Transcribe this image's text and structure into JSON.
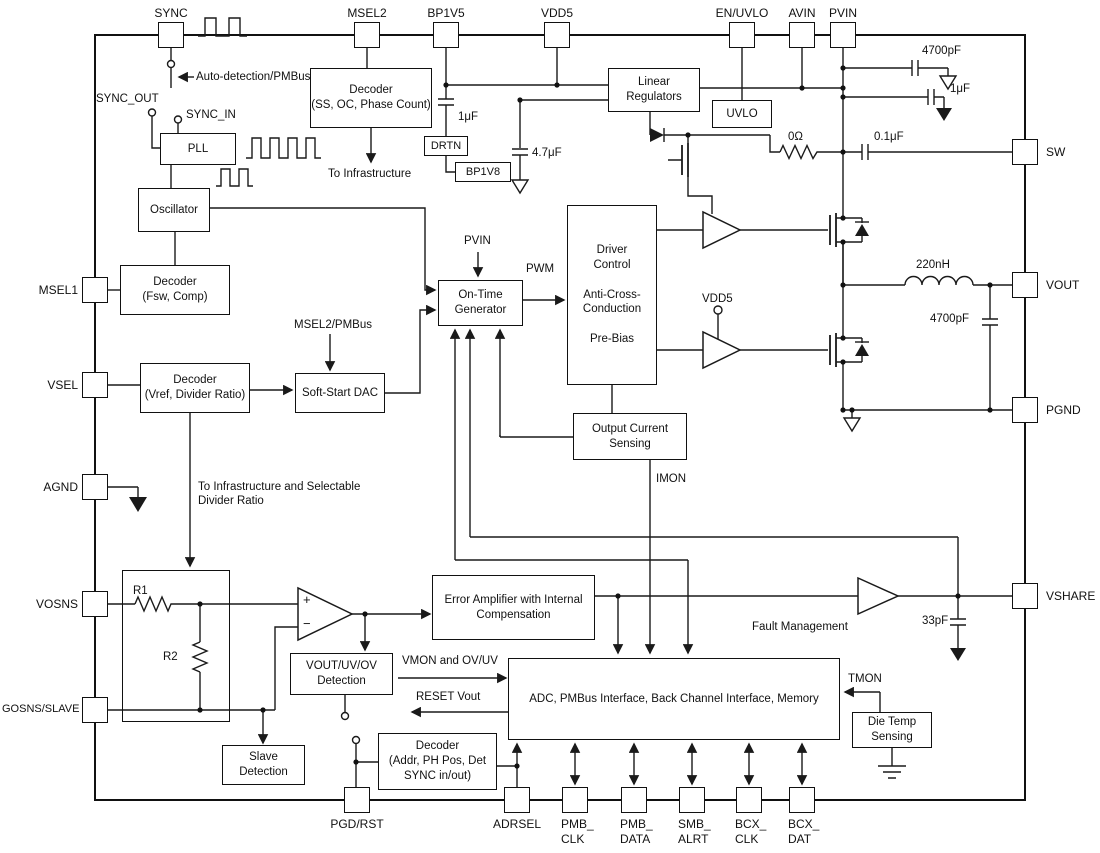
{
  "pins": {
    "top": [
      "SYNC",
      "MSEL2",
      "BP1V5",
      "VDD5",
      "EN/UVLO",
      "AVIN",
      "PVIN"
    ],
    "right": [
      "SW",
      "VOUT",
      "PGND",
      "VSHARE"
    ],
    "left": [
      "MSEL1",
      "VSEL",
      "AGND",
      "VOSNS",
      "GOSNS/SLAVE"
    ],
    "bottom": [
      "PGD/RST",
      "ADRSEL",
      "PMB_\nCLK",
      "PMB_\nDATA",
      "SMB_\nALRT",
      "BCX_\nCLK",
      "BCX_\nDAT"
    ]
  },
  "blocks": {
    "pll": "PLL",
    "oscillator": "Oscillator",
    "decoder_fsw": "Decoder\n(Fsw, Comp)",
    "decoder_ss": "Decoder\n(SS, OC, Phase Count)",
    "linear_regulators": "Linear\nRegulators",
    "uvlo": "UVLO",
    "drtn": "DRTN",
    "bp1v8": "BP1V8",
    "on_time_generator": "On-Time\nGenerator",
    "driver_control": "Driver\nControl\n\nAnti-Cross-\nConduction\n\nPre-Bias",
    "decoder_vref": "Decoder\n(Vref, Divider Ratio)",
    "soft_start_dac": "Soft-Start DAC",
    "output_current_sensing": "Output Current\nSensing",
    "error_amplifier": "Error Amplifier with Internal\nCompensation",
    "vout_uv_ov": "VOUT/UV/OV\nDetection",
    "slave_detection": "Slave\nDetection",
    "decoder_addr": "Decoder\n(Addr, PH Pos, Det\nSYNC in/out)",
    "adc_pmbus": "ADC, PMBus Interface, Back Channel Interface, Memory",
    "die_temp": "Die Temp\nSensing"
  },
  "labels": {
    "auto_detection": "Auto-detection/PMBus",
    "sync_out": "SYNC_OUT",
    "sync_in": "SYNC_IN",
    "to_infrastructure": "To Infrastructure",
    "msel2_pmbus": "MSEL2/PMBus",
    "pvin_internal": "PVIN",
    "pwm": "PWM",
    "vdd5_internal": "VDD5",
    "to_infra_divider": "To Infrastructure and Selectable\nDivider Ratio",
    "imon": "IMON",
    "fault_management": "Fault Management",
    "vmon_ovuv": "VMON and OV/UV",
    "reset_vout": "RESET Vout",
    "tmon": "TMON",
    "r1": "R1",
    "r2": "R2",
    "plus": "+",
    "minus": "−"
  },
  "components": {
    "c4700_top": "4700pF",
    "c1uf_top": "1μF",
    "r0": "0Ω",
    "c01uf": "0.1μF",
    "c1uf_bp": "1μF",
    "c47uf": "4.7μF",
    "l220": "220nH",
    "c4700_out": "4700pF",
    "c33pf": "33pF"
  }
}
